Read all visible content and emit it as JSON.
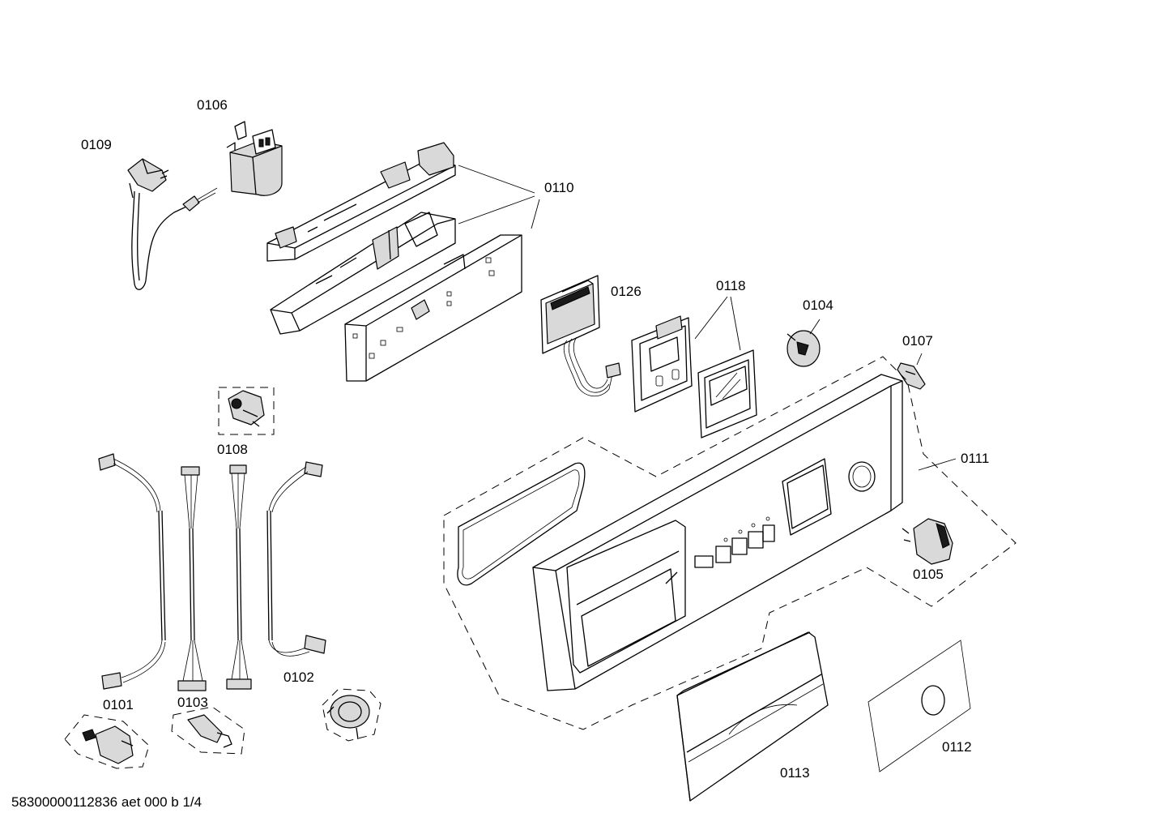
{
  "footer": {
    "document_id": "58300000112836 aet 000 b 1/4"
  },
  "parts": [
    {
      "number": "0106"
    },
    {
      "number": "0109"
    },
    {
      "number": "0110"
    },
    {
      "number": "0126"
    },
    {
      "number": "0118"
    },
    {
      "number": "0104"
    },
    {
      "number": "0107"
    },
    {
      "number": "0108"
    },
    {
      "number": "0111"
    },
    {
      "number": "0105"
    },
    {
      "number": "0101"
    },
    {
      "number": "0103"
    },
    {
      "number": "0102"
    },
    {
      "number": "0113"
    },
    {
      "number": "0112"
    }
  ]
}
